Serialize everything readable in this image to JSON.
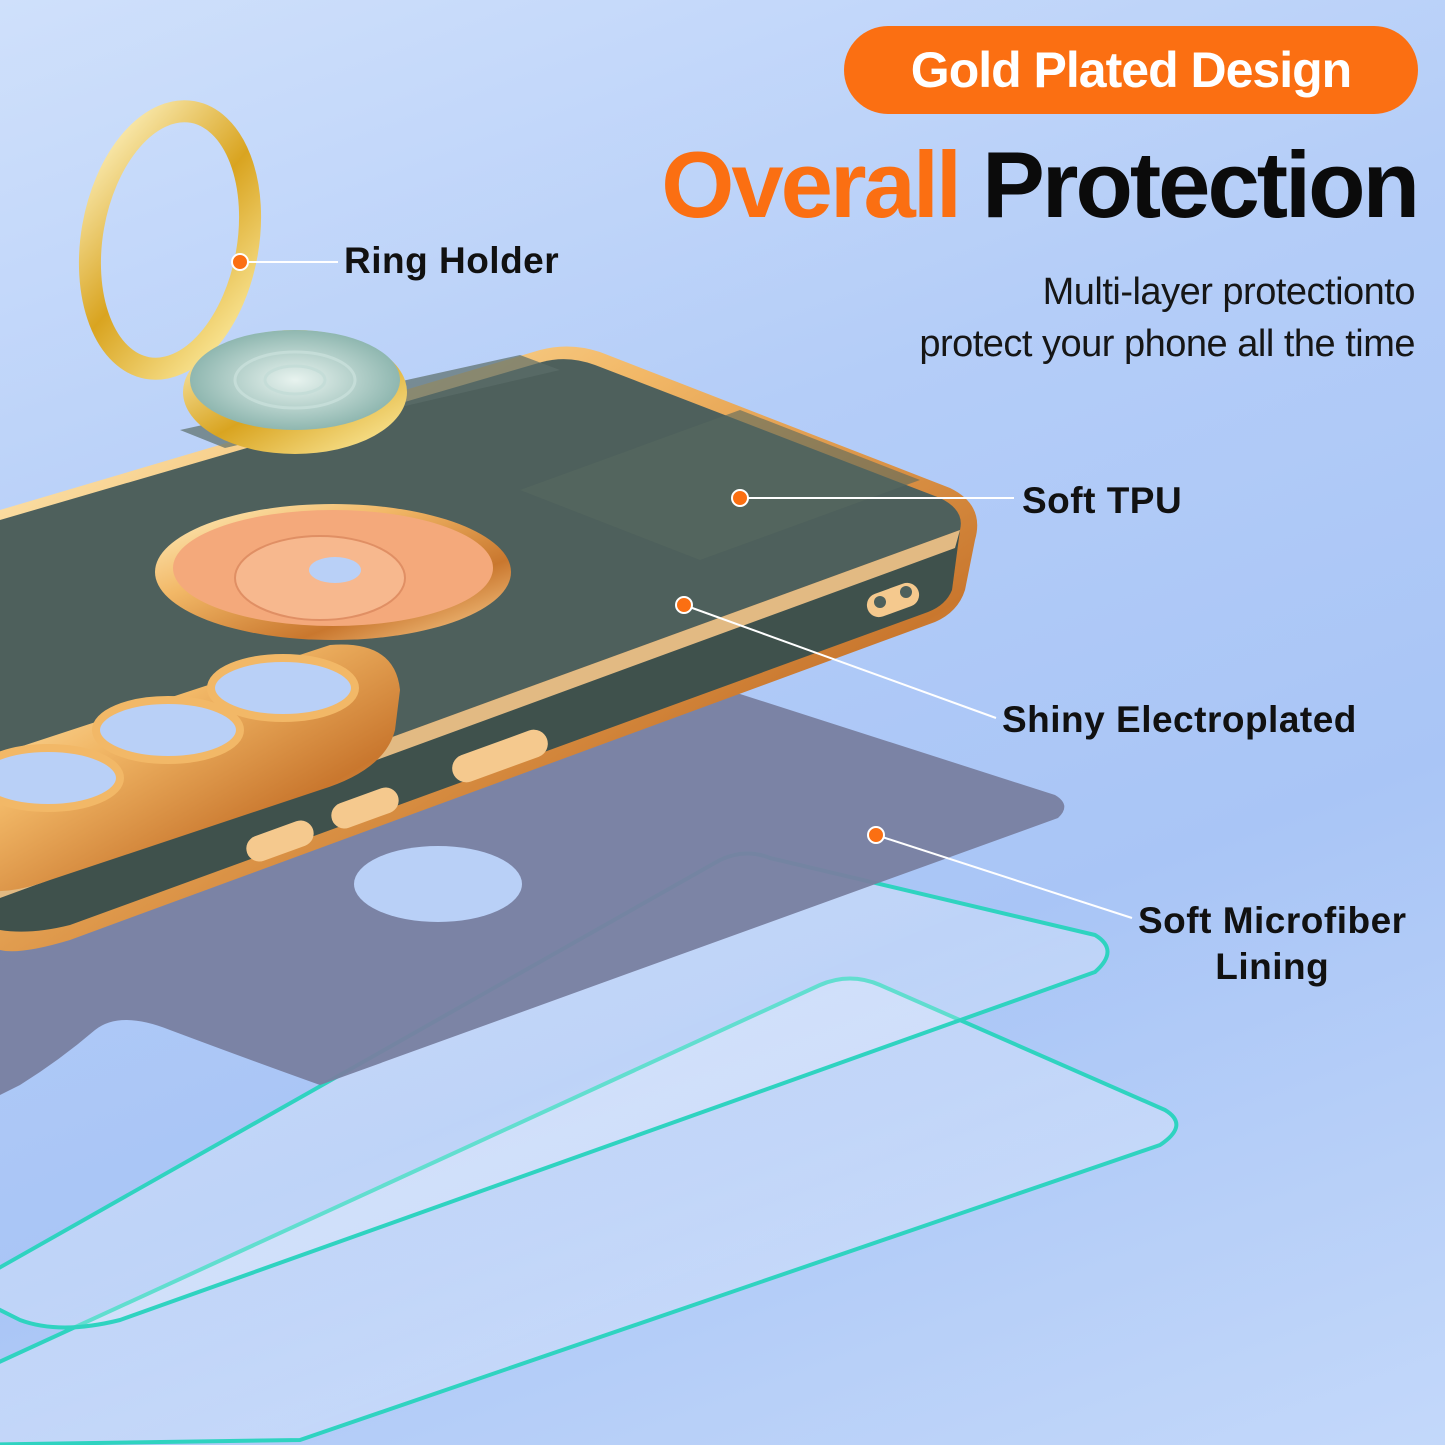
{
  "badge": {
    "text": "Gold Plated Design"
  },
  "headline": {
    "accent": "Overall",
    "main": "Protection"
  },
  "subtitle": {
    "line1": "Multi-layer protectionto",
    "line2": "protect your phone all the time"
  },
  "callouts": {
    "ring_holder": "Ring Holder",
    "soft_tpu": "Soft TPU",
    "shiny_electroplated": "Shiny Electroplated",
    "soft_microfiber_line1": "Soft Microfiber",
    "soft_microfiber_line2": "Lining"
  },
  "colors": {
    "accent_orange": "#fb6f12",
    "case_green": "#4e605c",
    "gold": "#f0b46a",
    "lining_gray": "#7880a0",
    "glass_edge": "#2fd3c0",
    "background": "#b4cdf8"
  }
}
